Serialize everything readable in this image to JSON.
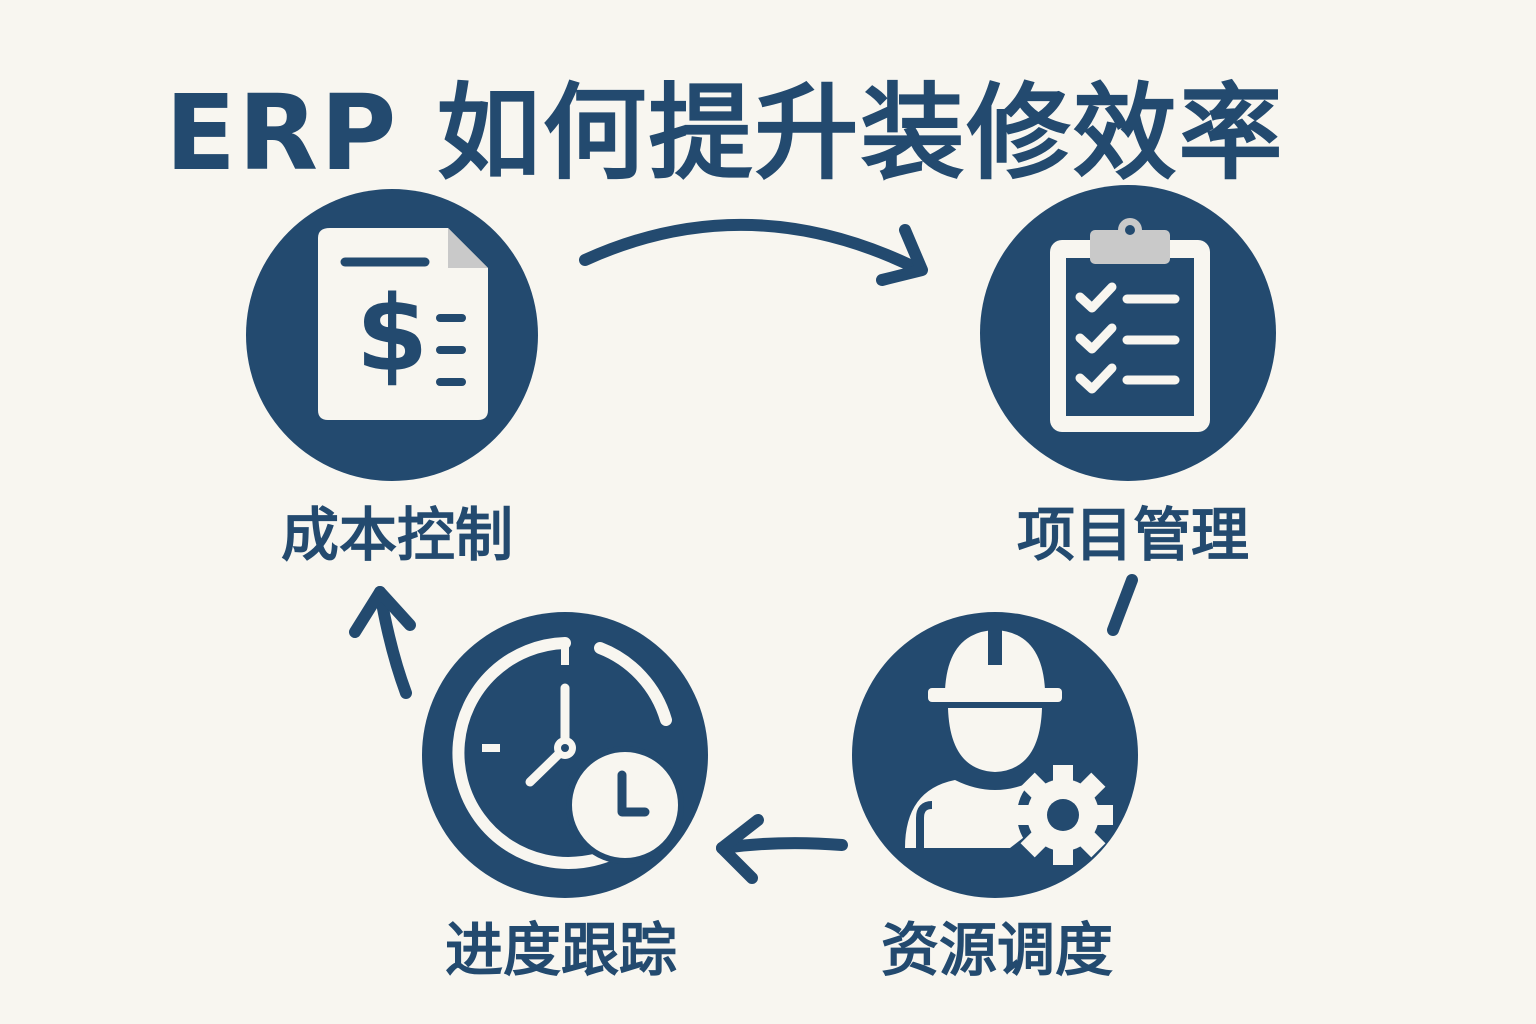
{
  "title": "ERP 如何提升装修效率",
  "colors": {
    "primary": "#234a6f",
    "background": "#f8f6f0",
    "icon_light": "#f8f6f0",
    "clip_gray": "#c9c9c9"
  },
  "nodes": [
    {
      "label": "成本控制",
      "icon": "invoice-dollar-icon"
    },
    {
      "label": "项目管理",
      "icon": "clipboard-checklist-icon"
    },
    {
      "label": "资源调度",
      "icon": "worker-gear-icon"
    },
    {
      "label": "进度跟踪",
      "icon": "clock-icon"
    }
  ]
}
